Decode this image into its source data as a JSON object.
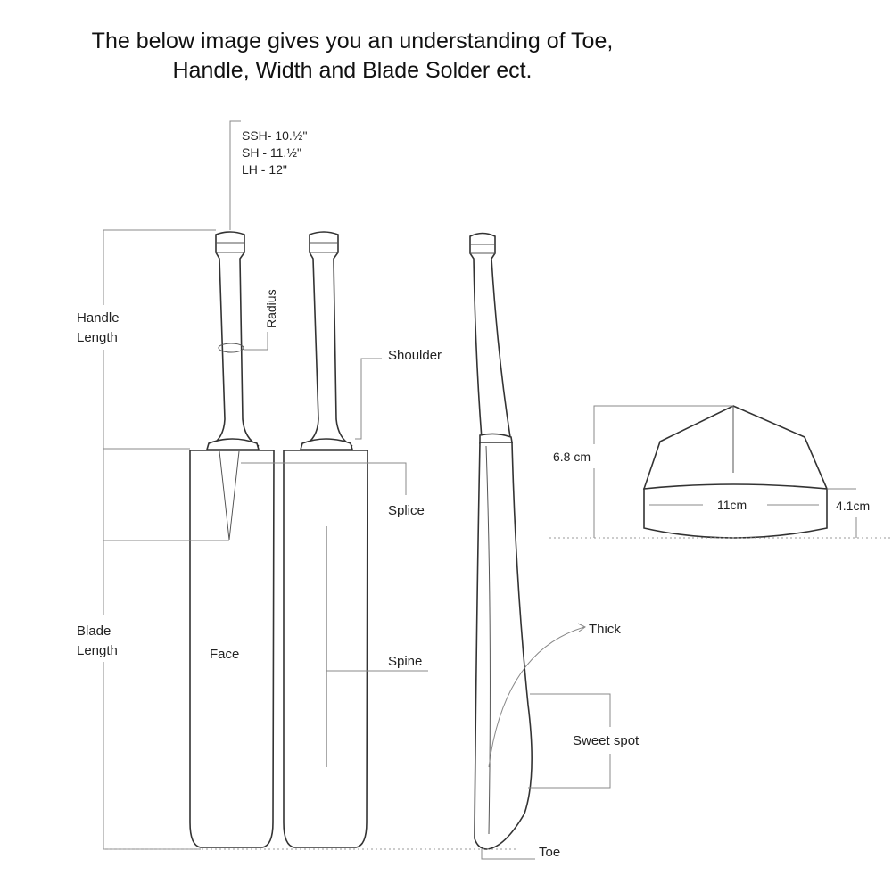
{
  "caption": {
    "line1": "The below image gives you an understanding of Toe,",
    "line2": "Handle, Width and Blade Solder ect."
  },
  "labels": {
    "handle_sizes": [
      "SSH- 10.½\"",
      "SH - 11.½\"",
      "LH - 12\""
    ],
    "handle_length": [
      "Handle",
      "Length"
    ],
    "blade_length": [
      "Blade",
      "Length"
    ],
    "radius": "Radius",
    "shoulder": "Shoulder",
    "splice": "Splice",
    "face": "Face",
    "spine": "Spine",
    "thick": "Thick",
    "sweet_spot": "Sweet spot",
    "toe": "Toe",
    "height": "6.8 cm",
    "width": "11cm",
    "edge": "4.1cm"
  }
}
